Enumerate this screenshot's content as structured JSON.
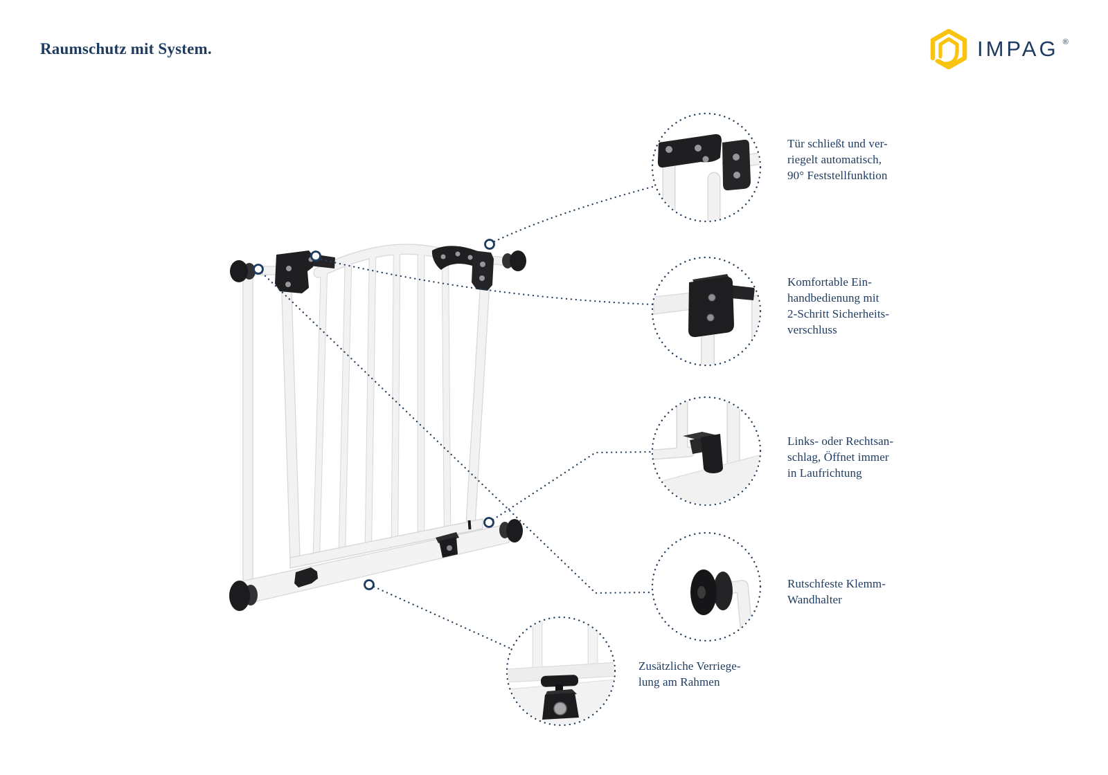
{
  "header": {
    "title": "Raumschutz mit System."
  },
  "logo": {
    "brand": "IMPAG",
    "registered": "®",
    "icon": "hexagon-package-icon",
    "brand_yellow": "#f9c40f",
    "brand_navy": "#1d3a5f"
  },
  "callouts": [
    {
      "id": "auto-close-hinge",
      "text": "Tür schließt und ver-\nriegelt automatisch,\n90° Feststellfunktion"
    },
    {
      "id": "one-hand-handle",
      "text": "Komfortable Ein-\nhandbedienung mit\n2-Schritt Sicherheits-\nverschluss"
    },
    {
      "id": "left-right-stop",
      "text": "Links- oder Rechtsan-\nschlag, Öffnet immer\nin Laufrichtung"
    },
    {
      "id": "clamp-wall-holder",
      "text": "Rutschfeste Klemm-\nWandhalter"
    },
    {
      "id": "extra-frame-lock",
      "text": "Zusätzliche Verriege-\nlung am Rahmen"
    }
  ],
  "colors": {
    "accent_navy": "#24405e",
    "text_navy": "#1d3a5f",
    "part_black": "#1d1d1f",
    "tube_white": "#f2f2f2",
    "tube_edge": "#d7d7d7",
    "background": "#ffffff"
  }
}
